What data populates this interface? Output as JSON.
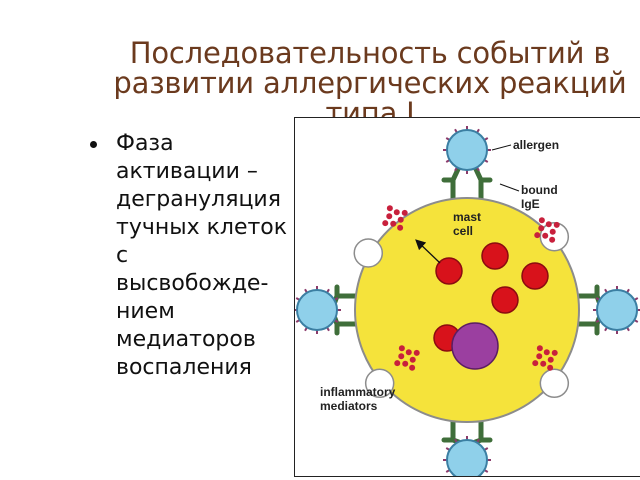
{
  "title": {
    "line1": "Последовательность событий в",
    "line2": "развитии аллергических реакций",
    "line3": "типа I"
  },
  "bullets": [
    {
      "lines": [
        "Фаза",
        "активации –",
        "дегрануляция",
        "тучных клеток",
        "с",
        "высвобожде-",
        "нием",
        "медиаторов",
        "воспаления"
      ]
    }
  ],
  "diagram": {
    "labels": {
      "allergen": "allergen",
      "bound_ige_1": "bound",
      "bound_ige_2": "IgE",
      "mast_cell_1": "mast",
      "mast_cell_2": "cell",
      "mediators_1": "inflammatory",
      "mediators_2": "mediators"
    },
    "colors": {
      "cell_fill": "#f5e33b",
      "cell_outline": "#8c8c8c",
      "granule": "#d8121b",
      "nucleus": "#9b3fa0",
      "allergen": "#8fd0ea",
      "antibody": "#3f6e3a",
      "mediator_dot": "#c8203c"
    }
  }
}
